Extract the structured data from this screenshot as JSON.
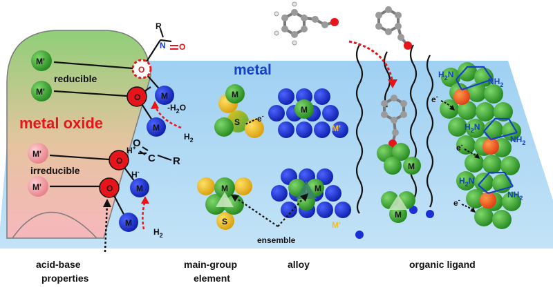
{
  "labels": {
    "metal_oxide": "metal oxide",
    "metal": "metal",
    "reducible": "reducible",
    "irreducible": "irreducible",
    "acid_base_line1": "acid-base",
    "acid_base_line2": "properties",
    "main_group_line1": "main-group",
    "main_group_line2": "element",
    "alloy": "alloy",
    "organic_ligand": "organic ligand",
    "ensemble": "ensemble"
  },
  "atoms": {
    "M": "M",
    "M_prime": "M'",
    "O": "O",
    "S": "S",
    "C": "C",
    "N": "N",
    "R": "R",
    "H_plus": "H",
    "H_plus_sup": "+",
    "H_minus": "H",
    "H_minus_sup": "-",
    "electron": "e",
    "electron_sup": "-"
  },
  "chem": {
    "minus_h2o": "-H",
    "minus_h2o_sub": "2",
    "minus_h2o_tail": "O",
    "h2": "H",
    "h2_sub": "2",
    "nh2": "NH",
    "nh2_sub": "2",
    "h2n": "H",
    "h2n_sub": "2",
    "h2n_tail": "N"
  },
  "colors": {
    "surface": "#a9d3f0",
    "metal_blue": "#1a2fd6",
    "oxygen_red": "#e8141b",
    "green": "#39a935",
    "yellow": "#f0c020",
    "pink": "#f4a3a8",
    "label_red": "#e8141b",
    "label_blue": "#1540c8",
    "ligand_blue": "#1540c8",
    "arrow_red": "#e8141b"
  }
}
